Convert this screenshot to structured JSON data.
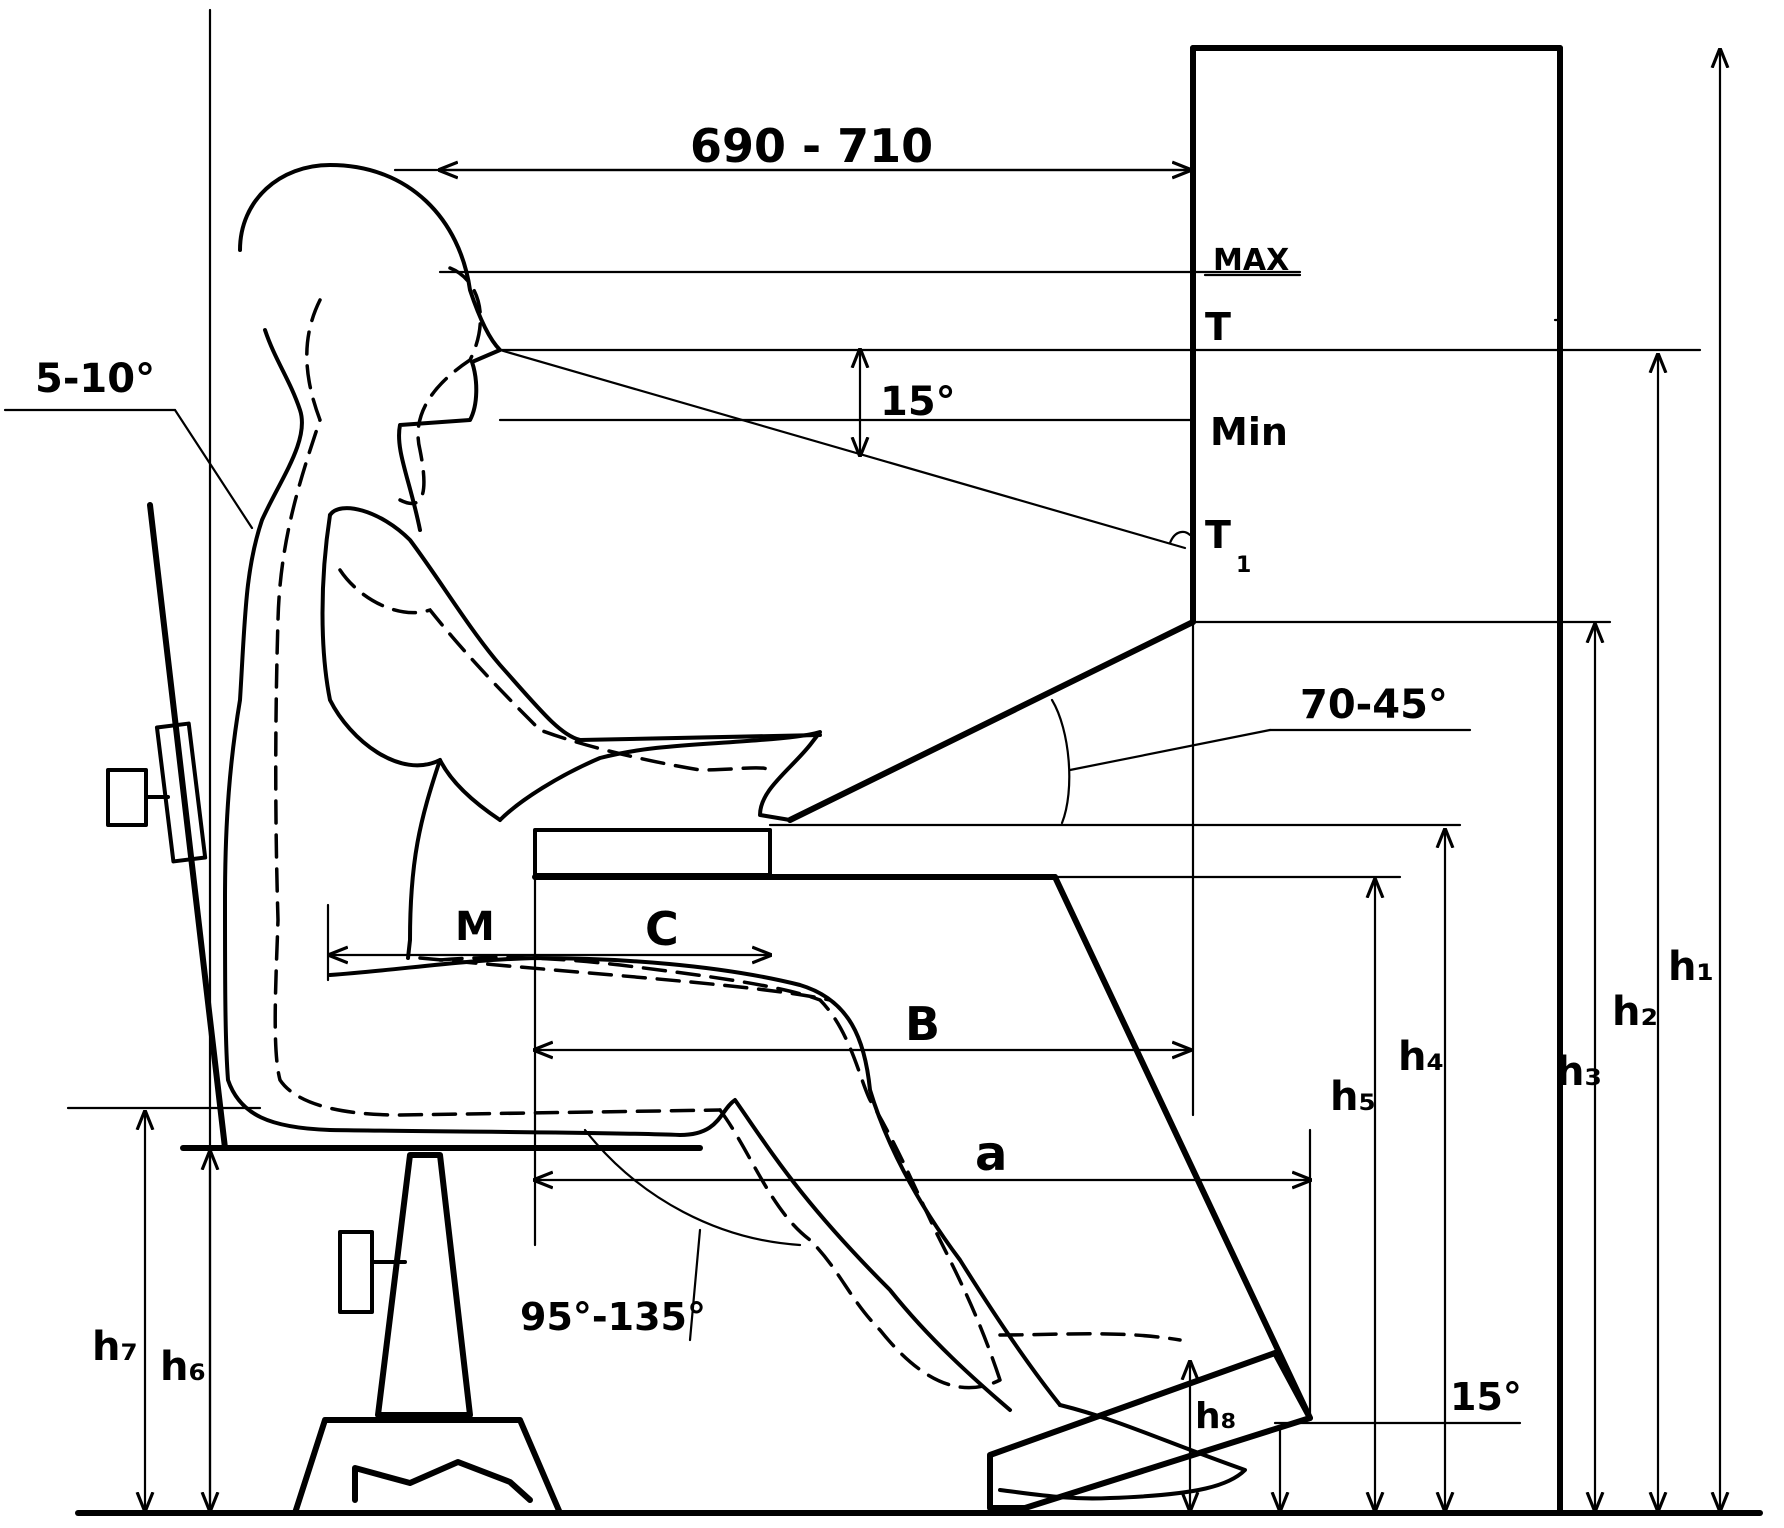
{
  "labels": {
    "distance": "690 - 710",
    "max": "MAX",
    "t": "T",
    "min": "Min",
    "t1": "T",
    "t1_sub": "1",
    "view_angle": "15°",
    "back_angle": "5-10°",
    "arm_angle": "70-45°",
    "knee_angle": "95°-135°",
    "foot_angle": "15°",
    "m": "M",
    "c": "C",
    "b": "B",
    "a": "a",
    "h1": "h₁",
    "h2": "h₂",
    "h3": "h₃",
    "h4": "h₄",
    "h5": "h₅",
    "h6": "h₆",
    "h7": "h₇",
    "h8": "h₈"
  }
}
